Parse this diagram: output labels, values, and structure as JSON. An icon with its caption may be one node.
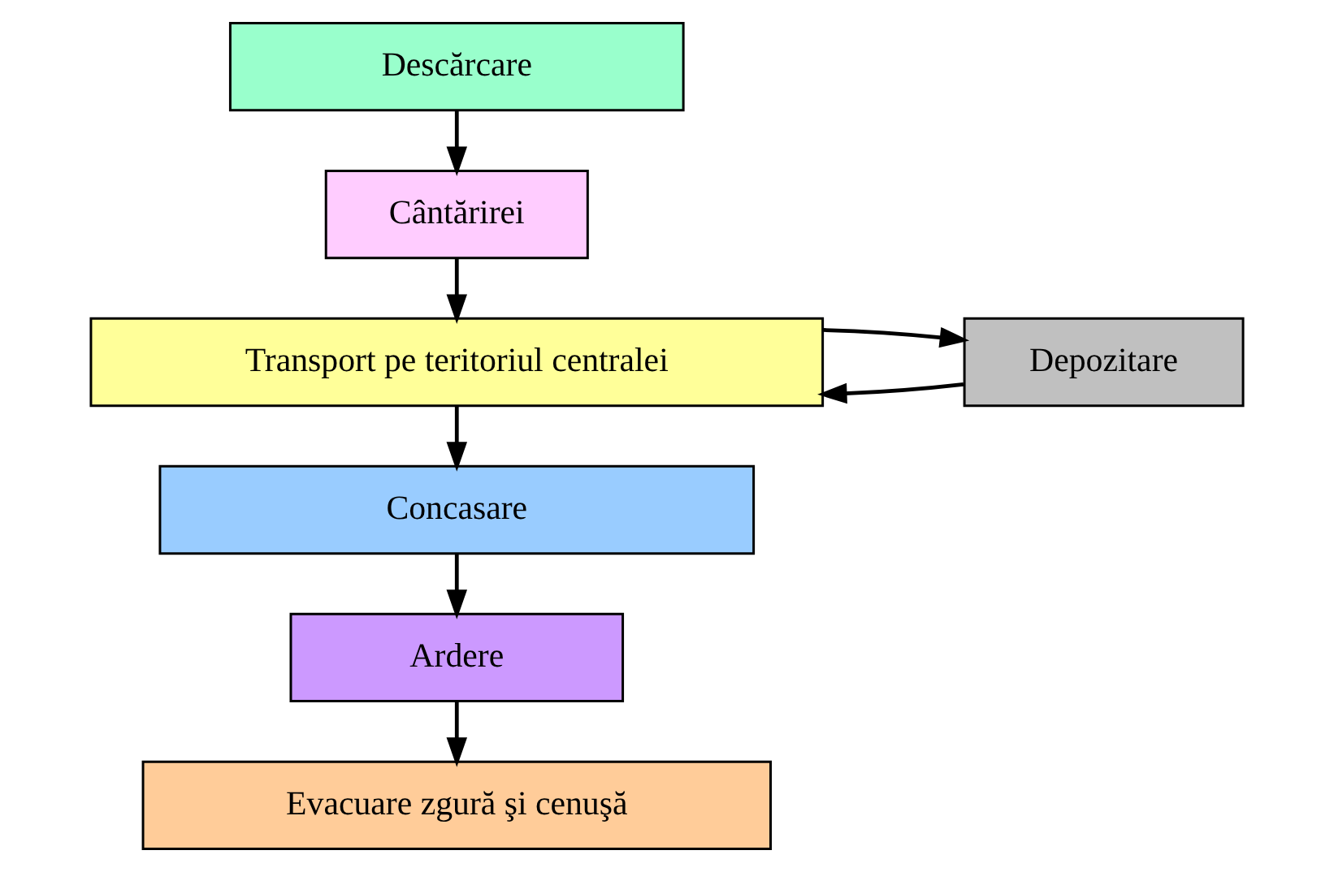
{
  "diagram": {
    "nodes": [
      {
        "text": [
          "Descărcare"
        ]
      },
      {
        "text": [
          "Cântărirei"
        ]
      },
      {
        "text": [
          "Transport pe teritoriul centralei"
        ]
      },
      {
        "text": [
          "Depozitare"
        ]
      },
      {
        "text": [
          "Concasare"
        ]
      },
      {
        "text": [
          "Ardere"
        ]
      },
      {
        "text": [
          "Evacuare zgură şi cenuşă"
        ]
      }
    ],
    "edges": [
      {
        "from": 0,
        "to": 1,
        "arrow": "to"
      },
      {
        "from": 1,
        "to": 2,
        "arrow": "to"
      },
      {
        "from": 3,
        "to": 2,
        "arrow": "to"
      },
      {
        "from": 2,
        "to": 3,
        "arrow": "to"
      },
      {
        "from": 2,
        "to": 4,
        "arrow": "to"
      },
      {
        "from": 4,
        "to": 5,
        "arrow": "to"
      },
      {
        "from": 5,
        "to": 6,
        "arrow": "to"
      }
    ]
  }
}
